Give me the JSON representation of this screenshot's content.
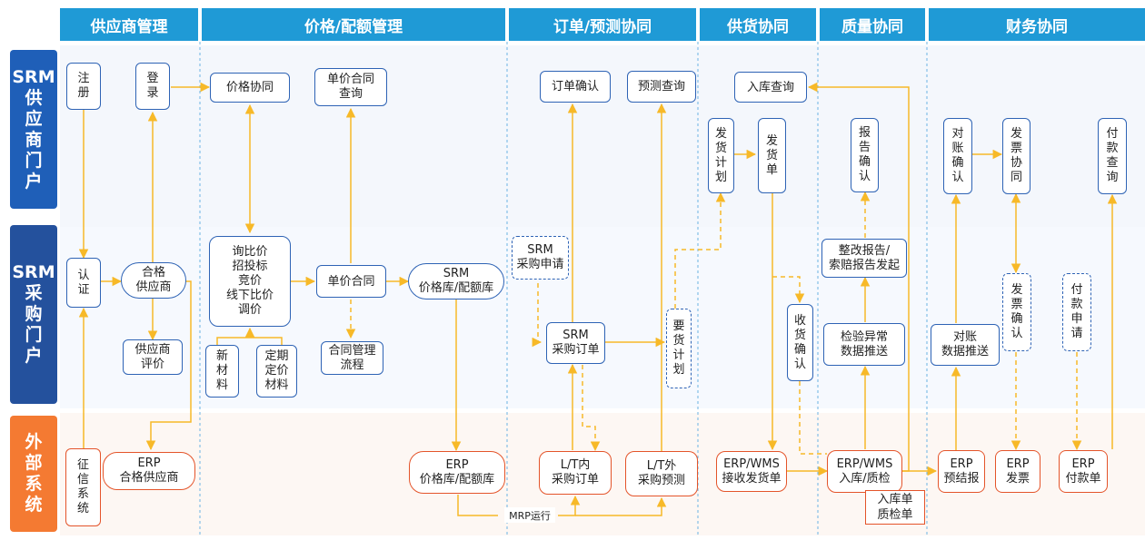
{
  "columns": [
    {
      "id": "supplier",
      "label": "供应商管理"
    },
    {
      "id": "price",
      "label": "价格/配额管理"
    },
    {
      "id": "order",
      "label": "订单/预测协同"
    },
    {
      "id": "delivery",
      "label": "供货协同"
    },
    {
      "id": "quality",
      "label": "质量协同"
    },
    {
      "id": "finance",
      "label": "财务协同"
    }
  ],
  "lanes": {
    "portal": [
      "SRM",
      "供",
      "应",
      "商",
      "门",
      "户"
    ],
    "purchase": [
      "SRM",
      "采",
      "购",
      "门",
      "户"
    ],
    "external": [
      "外",
      "部",
      "系",
      "统"
    ]
  },
  "nodes": {
    "register": [
      "注",
      "册"
    ],
    "login": [
      "登",
      "录"
    ],
    "certify": [
      "认",
      "证"
    ],
    "qualified_supplier": [
      "合格",
      "供应商"
    ],
    "supplier_eval": [
      "供应商",
      "评价"
    ],
    "credit_system": [
      "征",
      "信",
      "系",
      "统"
    ],
    "erp_qualified": [
      "ERP",
      "合格供应商"
    ],
    "price_collab": "价格协同",
    "unit_contract_query": [
      "单价合同",
      "查询"
    ],
    "inquiry": [
      "询比价",
      "招投标",
      "竞价",
      "线下比价",
      "调价"
    ],
    "new_material": [
      "新",
      "材",
      "料"
    ],
    "fixed_price": [
      "定期",
      "定价",
      "材料"
    ],
    "unit_contract": "单价合同",
    "contract_flow": [
      "合同管理",
      "流程"
    ],
    "srm_price_lib": [
      "SRM",
      "价格库/配额库"
    ],
    "erp_price_lib": [
      "ERP",
      "价格库/配额库"
    ],
    "order_confirm": "订单确认",
    "forecast_query": "预测查询",
    "srm_pr": [
      "SRM",
      "采购申请"
    ],
    "srm_po": [
      "SRM",
      "采购订单"
    ],
    "lt_in_po": [
      "L/T内",
      "采购订单"
    ],
    "lt_out_forecast": [
      "L/T外",
      "采购预测"
    ],
    "delivery_schedule": [
      "要",
      "货",
      "计",
      "划"
    ],
    "mrp": "MRP运行",
    "inbound_query": "入库查询",
    "ship_plan": [
      "发",
      "货",
      "计",
      "划"
    ],
    "ship_note": [
      "发",
      "货",
      "单"
    ],
    "receipt_confirm": [
      "收",
      "货",
      "确",
      "认"
    ],
    "erp_wms_receive": [
      "ERP/WMS",
      "接收发货单"
    ],
    "report_confirm": [
      "报",
      "告",
      "确",
      "认"
    ],
    "rectify_report": [
      "整改报告/",
      "索赔报告发起"
    ],
    "inspection_push": [
      "检验异常",
      "数据推送"
    ],
    "erp_wms_inbound": [
      "ERP/WMS",
      "入库/质检"
    ],
    "inbound_doc": [
      "入库单",
      "质检单"
    ],
    "recon_confirm": [
      "对",
      "账",
      "确",
      "认"
    ],
    "invoice_collab": [
      "发",
      "票",
      "协",
      "同"
    ],
    "payment_query": [
      "付",
      "款",
      "查",
      "询"
    ],
    "recon_push": [
      "对账",
      "数据推送"
    ],
    "invoice_confirm": [
      "发",
      "票",
      "确",
      "认"
    ],
    "payment_request": [
      "付",
      "款",
      "申",
      "请"
    ],
    "erp_prepay": [
      "ERP",
      "预结报"
    ],
    "erp_invoice": [
      "ERP",
      "发票"
    ],
    "erp_payment": [
      "ERP",
      "付款单"
    ]
  },
  "colors": {
    "header": "#1f9ad6",
    "lane_blue": "#1f5fb8",
    "lane_dark": "#24519d",
    "lane_orange": "#f47a32",
    "box_border": "#2e63b5",
    "ext_border": "#e4542a",
    "arrow": "#f7b928",
    "divider": "#6bb3e3"
  }
}
